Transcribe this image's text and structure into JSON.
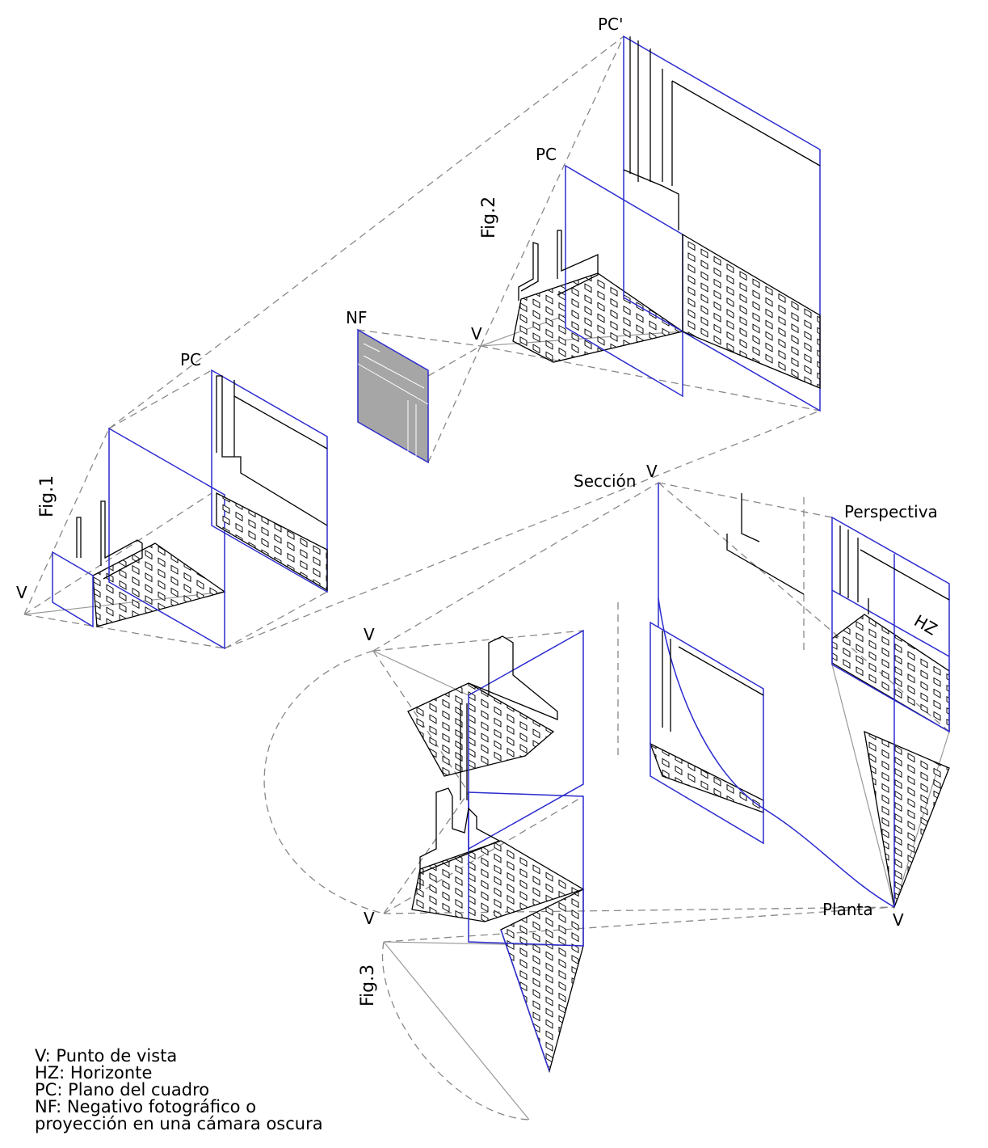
{
  "fig1": {
    "title": "Fig.1",
    "pc_label": "PC",
    "v_label": "V"
  },
  "fig2": {
    "title": "Fig.2",
    "pc_prime_label": "PC'",
    "pc_label": "PC",
    "nf_label": "NF",
    "v_label": "V"
  },
  "fig3": {
    "title": "Fig.3",
    "seccion_label": "Sección",
    "seccion_v": "V",
    "perspectiva_label": "Perspectiva",
    "hz_label": "HZ",
    "planta_label": "Planta",
    "planta_v": "V",
    "v_upper": "V",
    "v_lower": "V"
  },
  "legend": [
    "V: Punto de vista",
    "HZ: Horizonte",
    "PC: Plano del cuadro",
    "NF: Negativo fotográfico o",
    "proyección en una cámara oscura"
  ],
  "colors": {
    "picture_plane": "#2b2bd0",
    "projection_lines": "#888888",
    "negative_fill": "#a6a6a6"
  }
}
